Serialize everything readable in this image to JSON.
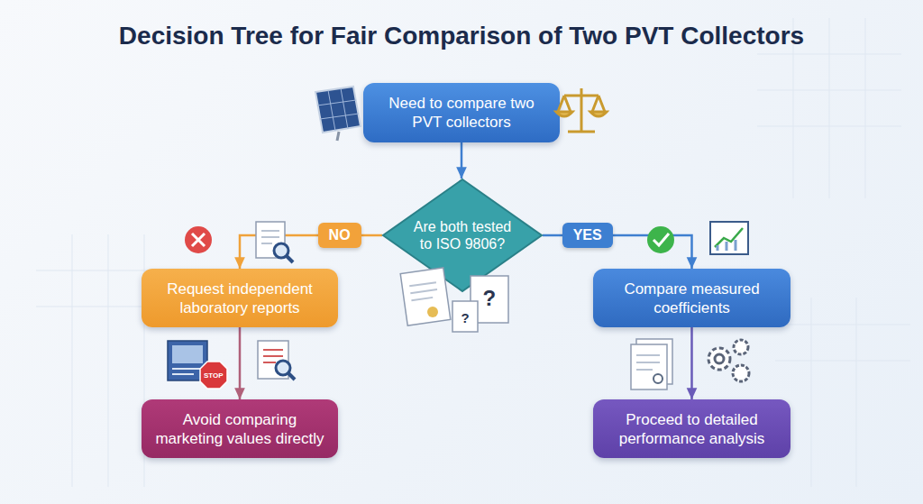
{
  "diagram": {
    "title": "Decision Tree for Fair Comparison of Two PVT Collectors",
    "nodes": [
      {
        "text": [
          "Need to compare two PVT collectors"
        ]
      },
      {
        "text": [
          "Are both tested to ISO 9806?"
        ]
      },
      {
        "text": [
          "Request independent laboratory reports"
        ]
      },
      {
        "text": [
          "Compare measured coefficients"
        ]
      },
      {
        "text": [
          "Avoid comparing marketing values directly"
        ]
      },
      {
        "text": [
          "Proceed to detailed performance analysis"
        ]
      }
    ],
    "edges": [
      {
        "from": 0,
        "to": 1,
        "arrow": "to"
      },
      {
        "from": 1,
        "to": 2,
        "label": "NO",
        "arrow": "to"
      },
      {
        "from": 1,
        "to": 3,
        "label": "YES",
        "arrow": "to"
      },
      {
        "from": 2,
        "to": 4,
        "arrow": "to"
      },
      {
        "from": 3,
        "to": 5,
        "arrow": "to"
      }
    ],
    "labels": [
      "STOP",
      "?",
      "?"
    ]
  }
}
